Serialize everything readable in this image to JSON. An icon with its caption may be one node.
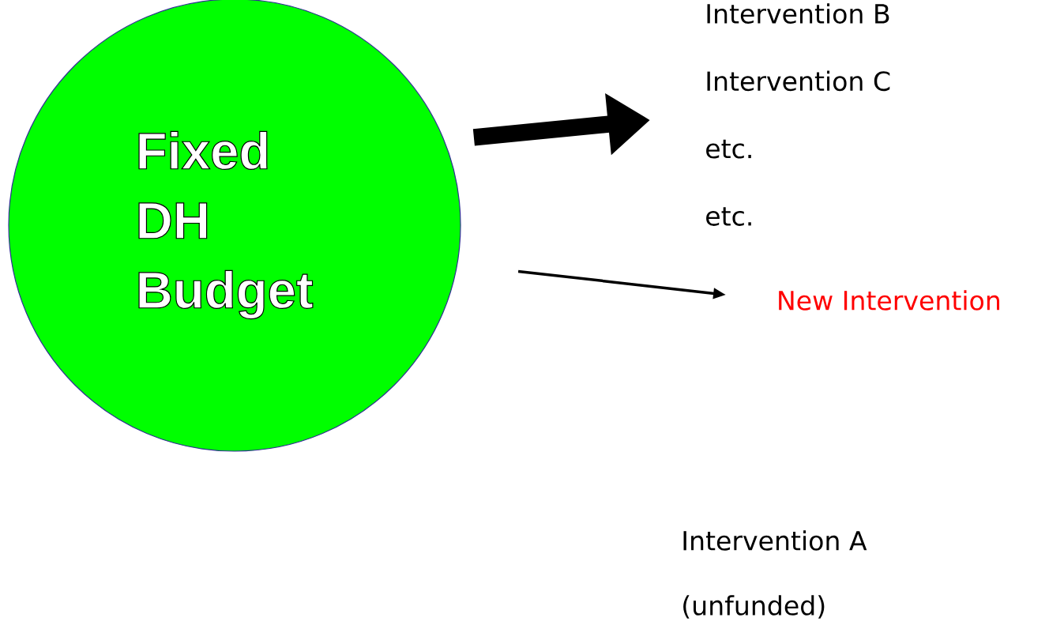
{
  "diagram": {
    "nodes": [
      {
        "text": [
          "Fixed DH Budget"
        ]
      },
      {
        "text": [
          "Intervention B",
          "Intervention C",
          "etc.",
          "etc."
        ]
      },
      {
        "text": [
          "New Intervention"
        ]
      }
    ],
    "edges": [
      {
        "from": 0,
        "to": 1,
        "arrow": "to",
        "style": "thick"
      },
      {
        "from": 0,
        "to": 2,
        "arrow": "to"
      }
    ],
    "labels": [
      "Intervention A",
      "(unfunded)"
    ]
  }
}
